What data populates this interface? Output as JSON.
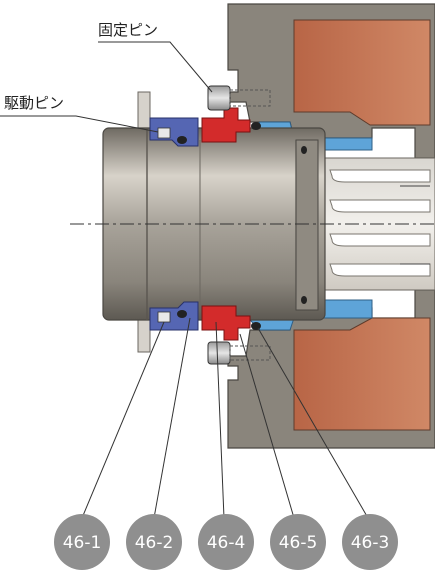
{
  "labels": {
    "fixing_pin": "固定ピン",
    "drive_pin": "駆動ピン"
  },
  "callouts": [
    "46-1",
    "46-2",
    "46-4",
    "46-5",
    "46-3"
  ],
  "colors": {
    "housing": "#8a857c",
    "housing_dark": "#5e5a54",
    "copper": "#c0704e",
    "blue_sleeve": "#5ea4d8",
    "blue_ring": "#5566b3",
    "red_seal": "#d32b2b",
    "shaft": "#a9a39a",
    "badge": "#8f8f8f"
  }
}
